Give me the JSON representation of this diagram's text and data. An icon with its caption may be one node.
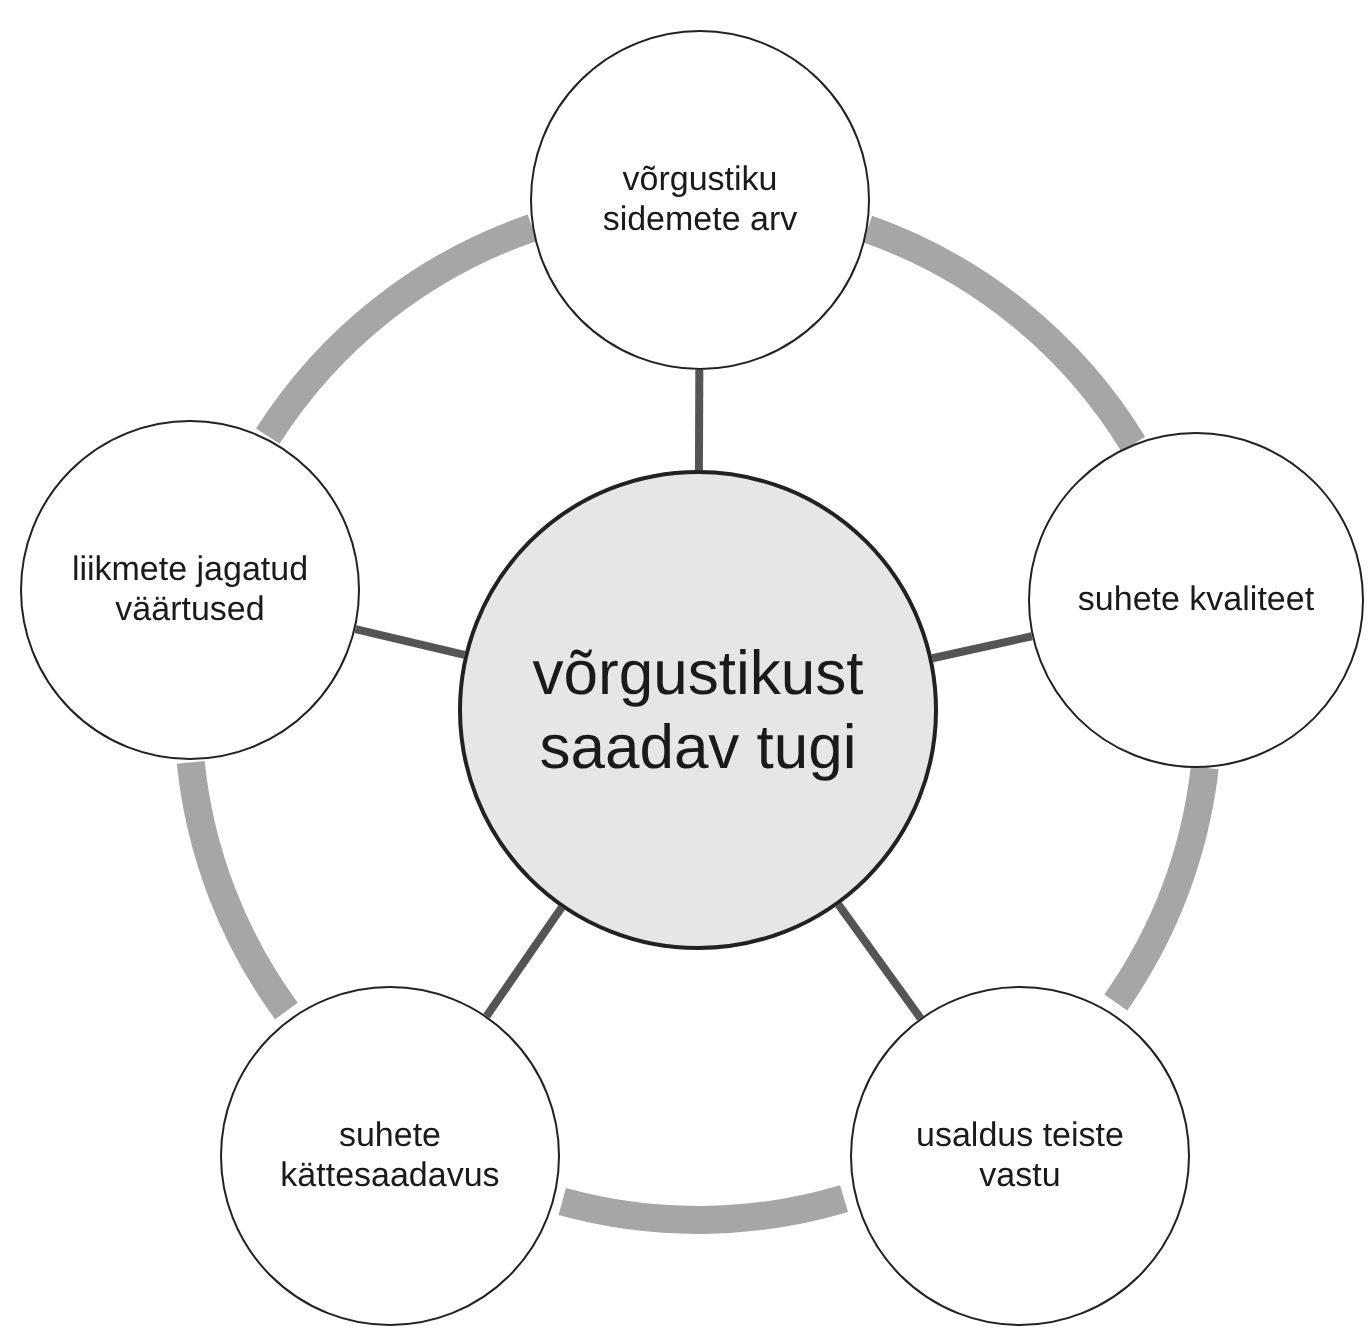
{
  "diagram": {
    "nodes": [
      {
        "text": [
          "võrgustikust saadav tugi"
        ]
      },
      {
        "text": [
          "võrgustiku sidemete arv"
        ]
      },
      {
        "text": [
          "suhete kvaliteet"
        ]
      },
      {
        "text": [
          "usaldus teiste vastu"
        ]
      },
      {
        "text": [
          "suhete kättesaadavus"
        ]
      },
      {
        "text": [
          "liikmete jagatud väärtused"
        ]
      }
    ],
    "edges": [
      {
        "from": 0,
        "to": 1,
        "arrow": "none"
      },
      {
        "from": 0,
        "to": 2,
        "arrow": "none"
      },
      {
        "from": 0,
        "to": 3,
        "arrow": "none"
      },
      {
        "from": 0,
        "to": 4,
        "arrow": "none"
      },
      {
        "from": 0,
        "to": 5,
        "arrow": "none"
      },
      {
        "from": 1,
        "to": 2,
        "arrow": "none",
        "style": "thick",
        "color": "#a6a6a6"
      },
      {
        "from": 2,
        "to": 3,
        "arrow": "none",
        "style": "thick",
        "color": "#a6a6a6"
      },
      {
        "from": 3,
        "to": 4,
        "arrow": "none",
        "style": "thick",
        "color": "#a6a6a6"
      },
      {
        "from": 4,
        "to": 5,
        "arrow": "none",
        "style": "thick",
        "color": "#a6a6a6"
      },
      {
        "from": 5,
        "to": 1,
        "arrow": "none",
        "style": "thick",
        "color": "#a6a6a6"
      }
    ]
  }
}
